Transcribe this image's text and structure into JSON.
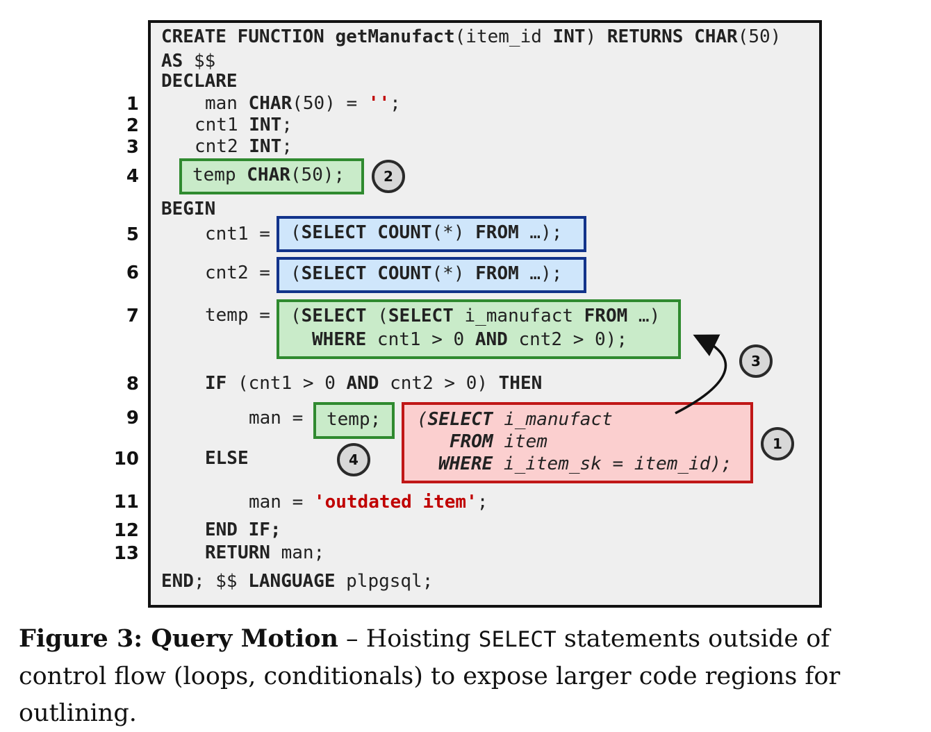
{
  "code": {
    "header": {
      "line1": {
        "kw_create": "CREATE FUNCTION",
        "fname": "getManufact",
        "args_open": "(item_id ",
        "kw_int": "INT",
        "args_close": ") ",
        "kw_returns": "RETURNS",
        "kw_char": "CHAR",
        "char_len": "(50)"
      },
      "line2": {
        "kw_as": "AS",
        "dollars": " $$"
      },
      "line3": {
        "kw_declare": "DECLARE"
      }
    },
    "lines": {
      "l1": {
        "num": "1",
        "pre": "man ",
        "kw": "CHAR",
        "mid": "(50) = ",
        "str": "''",
        "end": ";"
      },
      "l2": {
        "num": "2",
        "pre": "cnt1 ",
        "kw": "INT",
        "end": ";"
      },
      "l3": {
        "num": "3",
        "pre": "cnt2 ",
        "kw": "INT",
        "end": ";"
      },
      "l4": {
        "num": "4",
        "pre": "temp ",
        "kw": "CHAR",
        "end": "(50);"
      },
      "begin": "BEGIN",
      "l5": {
        "num": "5",
        "pre": "cnt1 ="
      },
      "l6": {
        "num": "6",
        "pre": "cnt2 ="
      },
      "l7": {
        "num": "7",
        "pre": "temp ="
      },
      "l8": {
        "num": "8",
        "kw_if": "IF",
        "cond1": " (cnt1 > 0 ",
        "kw_and": "AND",
        "cond2": " cnt2 > 0) ",
        "kw_then": "THEN"
      },
      "l9": {
        "num": "9",
        "pre": "man ="
      },
      "l10": {
        "num": "10",
        "kw": "ELSE"
      },
      "l11": {
        "num": "11",
        "pre": "man = ",
        "str": "'outdated item'",
        "end": ";"
      },
      "l12": {
        "num": "12",
        "kw": "END IF;"
      },
      "l13": {
        "num": "13",
        "kw": "RETURN",
        "rest": " man;"
      },
      "end": {
        "kw_end": "END",
        "mid": "; $$ ",
        "kw_lang": "LANGUAGE",
        "rest": " plpgsql;"
      }
    },
    "boxes": {
      "select1": {
        "open": "(",
        "kw_select": "SELECT",
        "sp": " ",
        "kw_count": "COUNT",
        "args": "(*) ",
        "kw_from": "FROM",
        "rest": " …);"
      },
      "select2": {
        "open": "(",
        "kw_select": "SELECT",
        "sp": " ",
        "kw_count": "COUNT",
        "args": "(*) ",
        "kw_from": "FROM",
        "rest": " …);"
      },
      "select3": {
        "r1_open": "(",
        "r1_kw_select": "SELECT",
        "r1_paren": " (",
        "r1_kw_select2": "SELECT",
        "r1_col": " i_manufact ",
        "r1_kw_from": "FROM",
        "r1_rest": " …)",
        "r2_kw_where": "WHERE",
        "r2_c1": " cnt1 > 0 ",
        "r2_kw_and": "AND",
        "r2_c2": " cnt2 > 0);"
      },
      "temp_ref": "temp;",
      "original": {
        "r1_open": "(",
        "r1_kw_select": "SELECT",
        "r1_col": " i_manufact",
        "r2_kw_from": "FROM",
        "r2_tbl": " item",
        "r3_kw_where": "WHERE",
        "r3_cond": " i_item_sk = item_id);"
      }
    }
  },
  "badges": {
    "b1": "1",
    "b2": "2",
    "b3": "3",
    "b4": "4"
  },
  "caption": {
    "bold": "Figure 3: Query Motion",
    "dash": " – ",
    "text1": "Hoisting ",
    "mono": "SELECT",
    "text2": " statements outside of control flow (loops, conditionals) to expose larger code regions for outlining."
  },
  "colors": {
    "panel_bg": "#efefef",
    "green_fill": "#c9ebc9",
    "green_border": "#2f8a2f",
    "blue_fill": "#cfe6fb",
    "blue_border": "#12338a",
    "red_fill": "#fbcfcf",
    "red_border": "#c01717",
    "string_red": "#c00000"
  }
}
